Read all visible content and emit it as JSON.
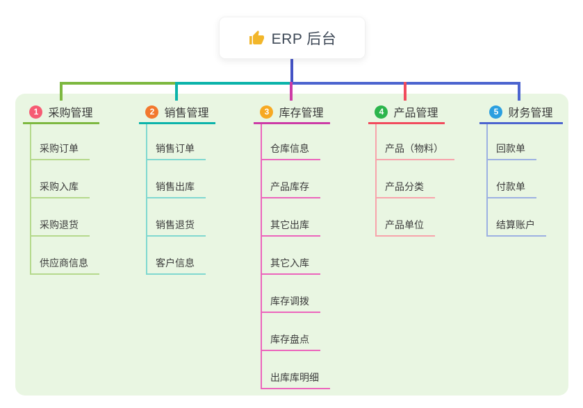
{
  "root": {
    "label": "ERP 后台",
    "icon": "thumbs-up",
    "line_color": "#4453c5"
  },
  "panel": {
    "bg": "#e9f6e2"
  },
  "branches": [
    {
      "number": "1",
      "title": "采购管理",
      "color": "#7db840",
      "light_color": "#b5d98c",
      "badge_color": "#f65b73",
      "children": [
        "采购订单",
        "采购入库",
        "采购退货",
        "供应商信息"
      ]
    },
    {
      "number": "2",
      "title": "销售管理",
      "color": "#0bb3aa",
      "light_color": "#7fd8d0",
      "badge_color": "#f2782e",
      "children": [
        "销售订单",
        "销售出库",
        "销售退货",
        "客户信息"
      ]
    },
    {
      "number": "3",
      "title": "库存管理",
      "color": "#cc3ba6",
      "light_color": "#ec64bc",
      "badge_color": "#f7a922",
      "children": [
        "仓库信息",
        "产品库存",
        "其它出库",
        "其它入库",
        "库存调拨",
        "库存盘点",
        "出库库明细"
      ]
    },
    {
      "number": "4",
      "title": "产品管理",
      "color": "#f14b5d",
      "light_color": "#f8a3ab",
      "badge_color": "#2cb54c",
      "children": [
        "产品（物料）",
        "产品分类",
        "产品单位"
      ]
    },
    {
      "number": "5",
      "title": "财务管理",
      "color": "#4c64cf",
      "light_color": "#9cb0e2",
      "badge_color": "#2b9fe0",
      "children": [
        "回款单",
        "付款单",
        "结算账户"
      ]
    }
  ]
}
